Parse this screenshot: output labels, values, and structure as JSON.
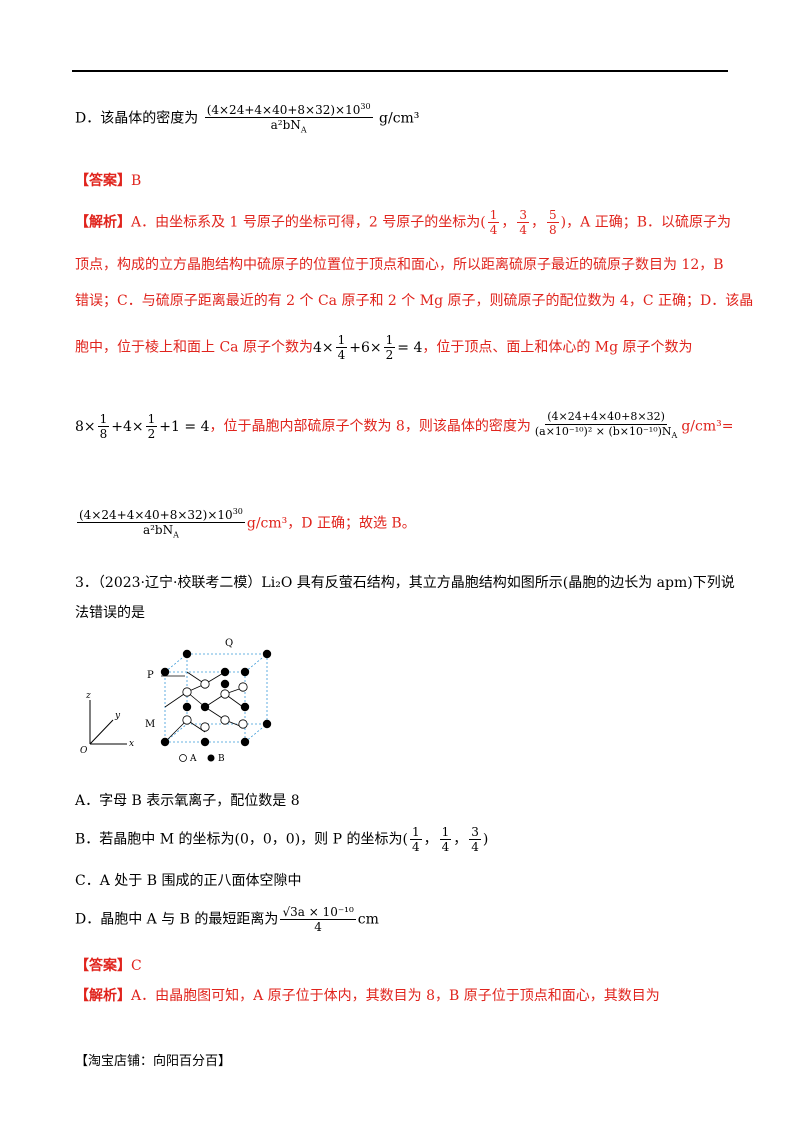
{
  "options_top": {
    "d_label": "D．该晶体的密度为",
    "d_num": "(4×24+4×40+8×32)×10",
    "d_num_exp": "30",
    "d_den": "a²bN",
    "d_den_sub": "A",
    "d_unit": "g/cm³"
  },
  "answer1": {
    "tag": "【答案】",
    "value": "B"
  },
  "analysis1": {
    "tag": "【解析】",
    "l1a": "A．由坐标系及 1 号原子的坐标可得，2 号原子的坐标为(",
    "f1n": "1",
    "f1d": "4",
    "f2n": "3",
    "f2d": "4",
    "f3n": "5",
    "f3d": "8",
    "l1b": ")，A 正确；B．以硫原子为",
    "l2": "顶点，构成的立方晶胞结构中硫原子的位置位于顶点和面心，所以距离硫原子最近的硫原子数目为 12，B",
    "l3": "错误；C．与硫原子距离最近的有 2 个 Ca 原子和 2 个 Mg 原子，则硫原子的配位数为 4，C 正确；D．该晶",
    "l4a": "胞中，位于棱上和面上 Ca 原子个数为",
    "l4expr": "4×",
    "l4f1n": "1",
    "l4f1d": "4",
    "l4mid": "+6×",
    "l4f2n": "1",
    "l4f2d": "2",
    "l4end": "= 4",
    "l4b": "，位于顶点、面上和体心的 Mg 原子个数为",
    "l5a": "8×",
    "l5f1n": "1",
    "l5f1d": "8",
    "l5b": "+4×",
    "l5f2n": "1",
    "l5f2d": "2",
    "l5c": "+1 = 4",
    "l5d": "，位于晶胞内部硫原子个数为 8，则该晶体的密度为",
    "l5num": "(4×24+4×40+8×32)",
    "l5den": "(a×10⁻¹⁰)² × (b×10⁻¹⁰)N",
    "l5den_sub": "A",
    "l5unit": "g/cm³=",
    "l6num": "(4×24+4×40+8×32)×10",
    "l6num_exp": "30",
    "l6den": "a²bN",
    "l6den_sub": "A",
    "l6end": "g/cm³，D 正确；故选 B。"
  },
  "question3": {
    "stem1": "3．（2023·辽宁·校联考二模）Li₂O 具有反萤石结构，其立方晶胞结构如图所示(晶胞的边长为 apm)下列说",
    "stem2": "法错误的是",
    "fig_label_q": "Q",
    "fig_label_p": "P",
    "fig_label_m": "M",
    "fig_axis_z": "z",
    "fig_axis_y": "y",
    "fig_axis_x": "x",
    "fig_axis_o": "O",
    "fig_legend_a": "A",
    "fig_legend_b": "B",
    "optA": "A．字母 B 表示氧离子，配位数是 8",
    "optB_a": "B．若晶胞中 M 的坐标为(0，0，0)，则 P 的坐标为(",
    "optB_f1n": "1",
    "optB_f1d": "4",
    "optB_f2n": "1",
    "optB_f2d": "4",
    "optB_f3n": "3",
    "optB_f3d": "4",
    "optB_end": ")",
    "optC": "C．A 处于 B 围成的正八面体空隙中",
    "optD_a": "D．晶胞中 A 与 B 的最短距离为",
    "optD_num": "√3a × 10⁻¹⁰",
    "optD_den": "4",
    "optD_unit": "cm"
  },
  "answer3": {
    "tag": "【答案】",
    "value": "C"
  },
  "analysis3": {
    "tag": "【解析】",
    "text": "A．由晶胞图可知，A 原子位于体内，其数目为 8，B 原子位于顶点和面心，其数目为"
  },
  "footer": "【淘宝店铺：向阳百分百】",
  "colors": {
    "red": "#e0241d",
    "black": "#000000",
    "dotted": "#3a9ad9"
  }
}
